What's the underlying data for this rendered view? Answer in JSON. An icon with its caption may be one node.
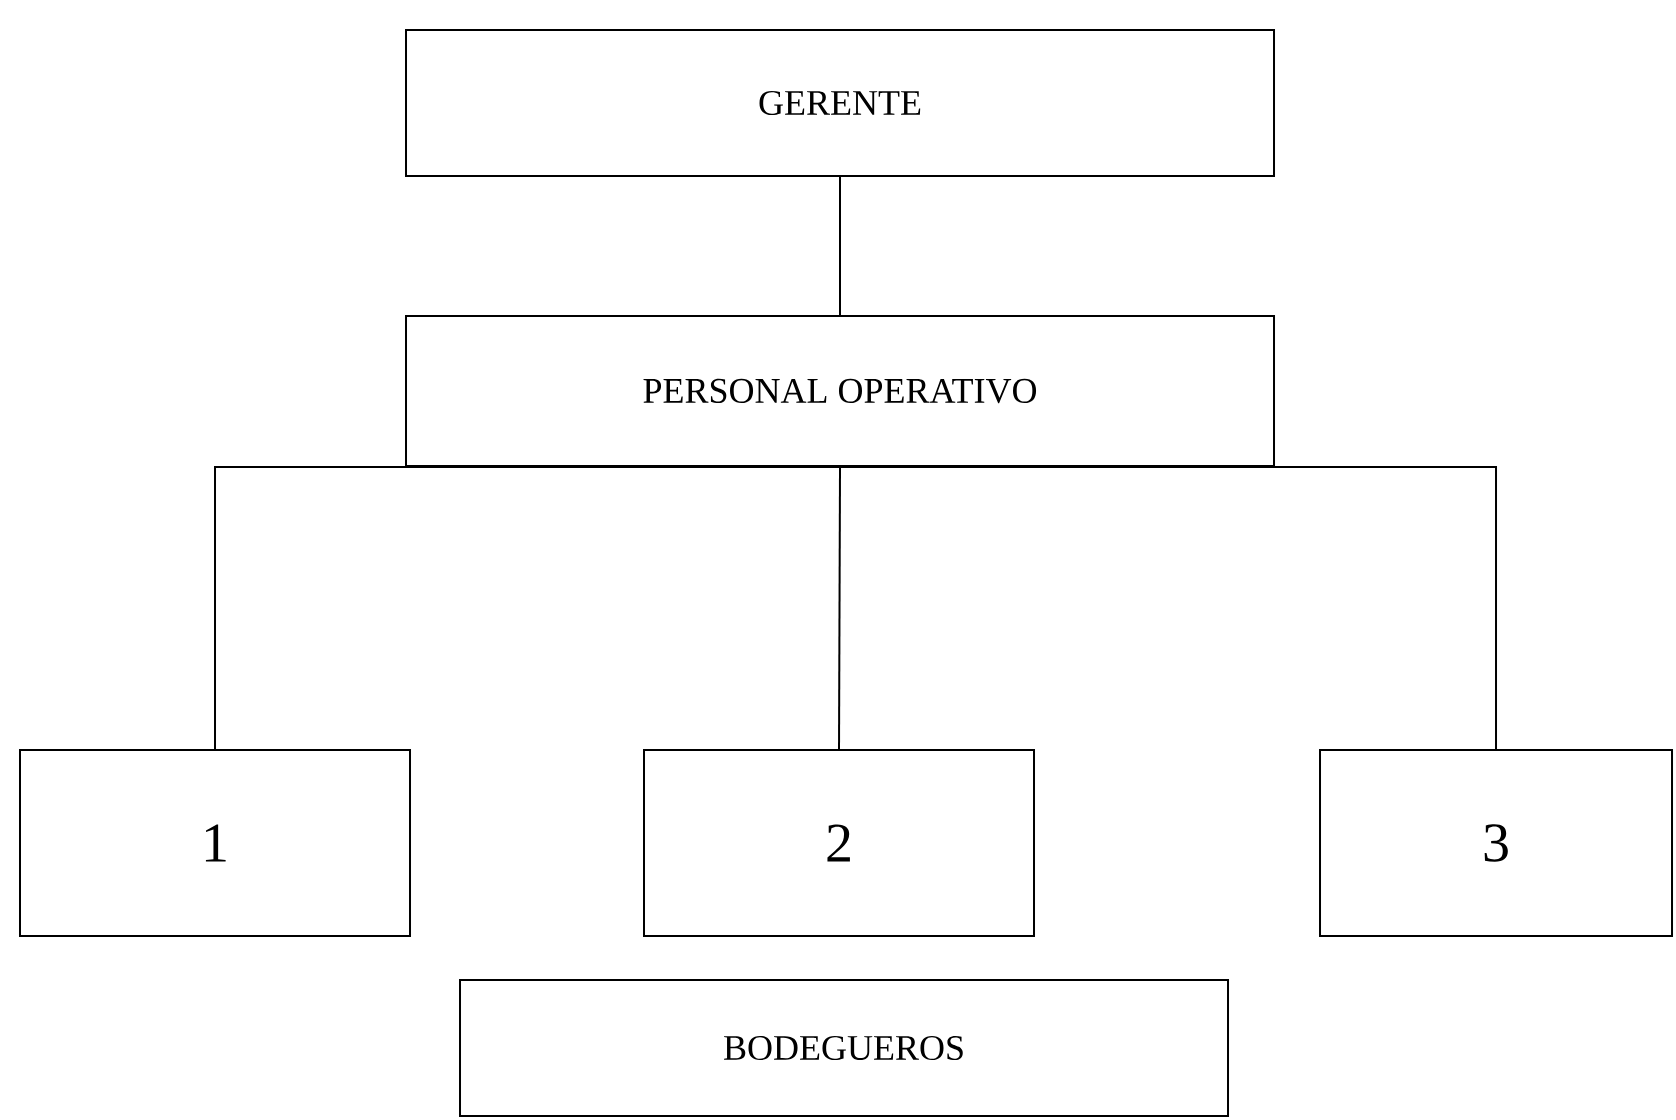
{
  "diagram": {
    "nodes": [
      {
        "text": [
          "GERENTE"
        ]
      },
      {
        "text": [
          "PERSONAL OPERATIVO"
        ]
      },
      {
        "text": [
          "1"
        ]
      },
      {
        "text": [
          "2"
        ]
      },
      {
        "text": [
          "3"
        ]
      },
      {
        "text": [
          "BODEGUEROS"
        ]
      }
    ],
    "edges": [
      {
        "from": 0,
        "to": 1,
        "arrow": "none"
      },
      {
        "from": 1,
        "to": 2,
        "arrow": "none"
      },
      {
        "from": 1,
        "to": 3,
        "arrow": "none"
      },
      {
        "from": 1,
        "to": 4,
        "arrow": "none"
      }
    ]
  }
}
